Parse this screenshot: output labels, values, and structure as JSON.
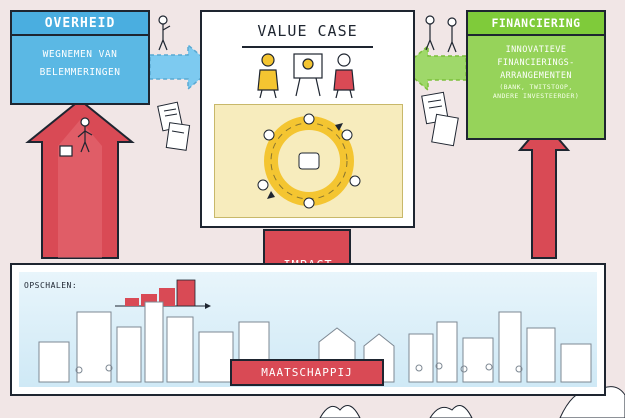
{
  "overheid": {
    "title": "Overheid",
    "text": "Wegnemen van\nbelemmeringen"
  },
  "financiering": {
    "title": "Financiering",
    "text": "Innovatieve\nfinancierings-\narrangementen",
    "subtext": "(Bank, Twitstoop,\nandere investeerder)"
  },
  "value_case": {
    "title": "Value Case"
  },
  "impact": {
    "label": "Impact"
  },
  "society": {
    "scale_label": "Opschalen:",
    "label": "Maatschappij"
  },
  "colors": {
    "arrow_red": "#d94a55",
    "arrow_blue": "#7dcaf0",
    "arrow_green": "#9fd86a",
    "overheid_blue": "#5bb8e4",
    "financiering_green": "#96d35a",
    "panel_yellow": "#f7ecbd",
    "cycle_yellow": "#f4c531"
  }
}
